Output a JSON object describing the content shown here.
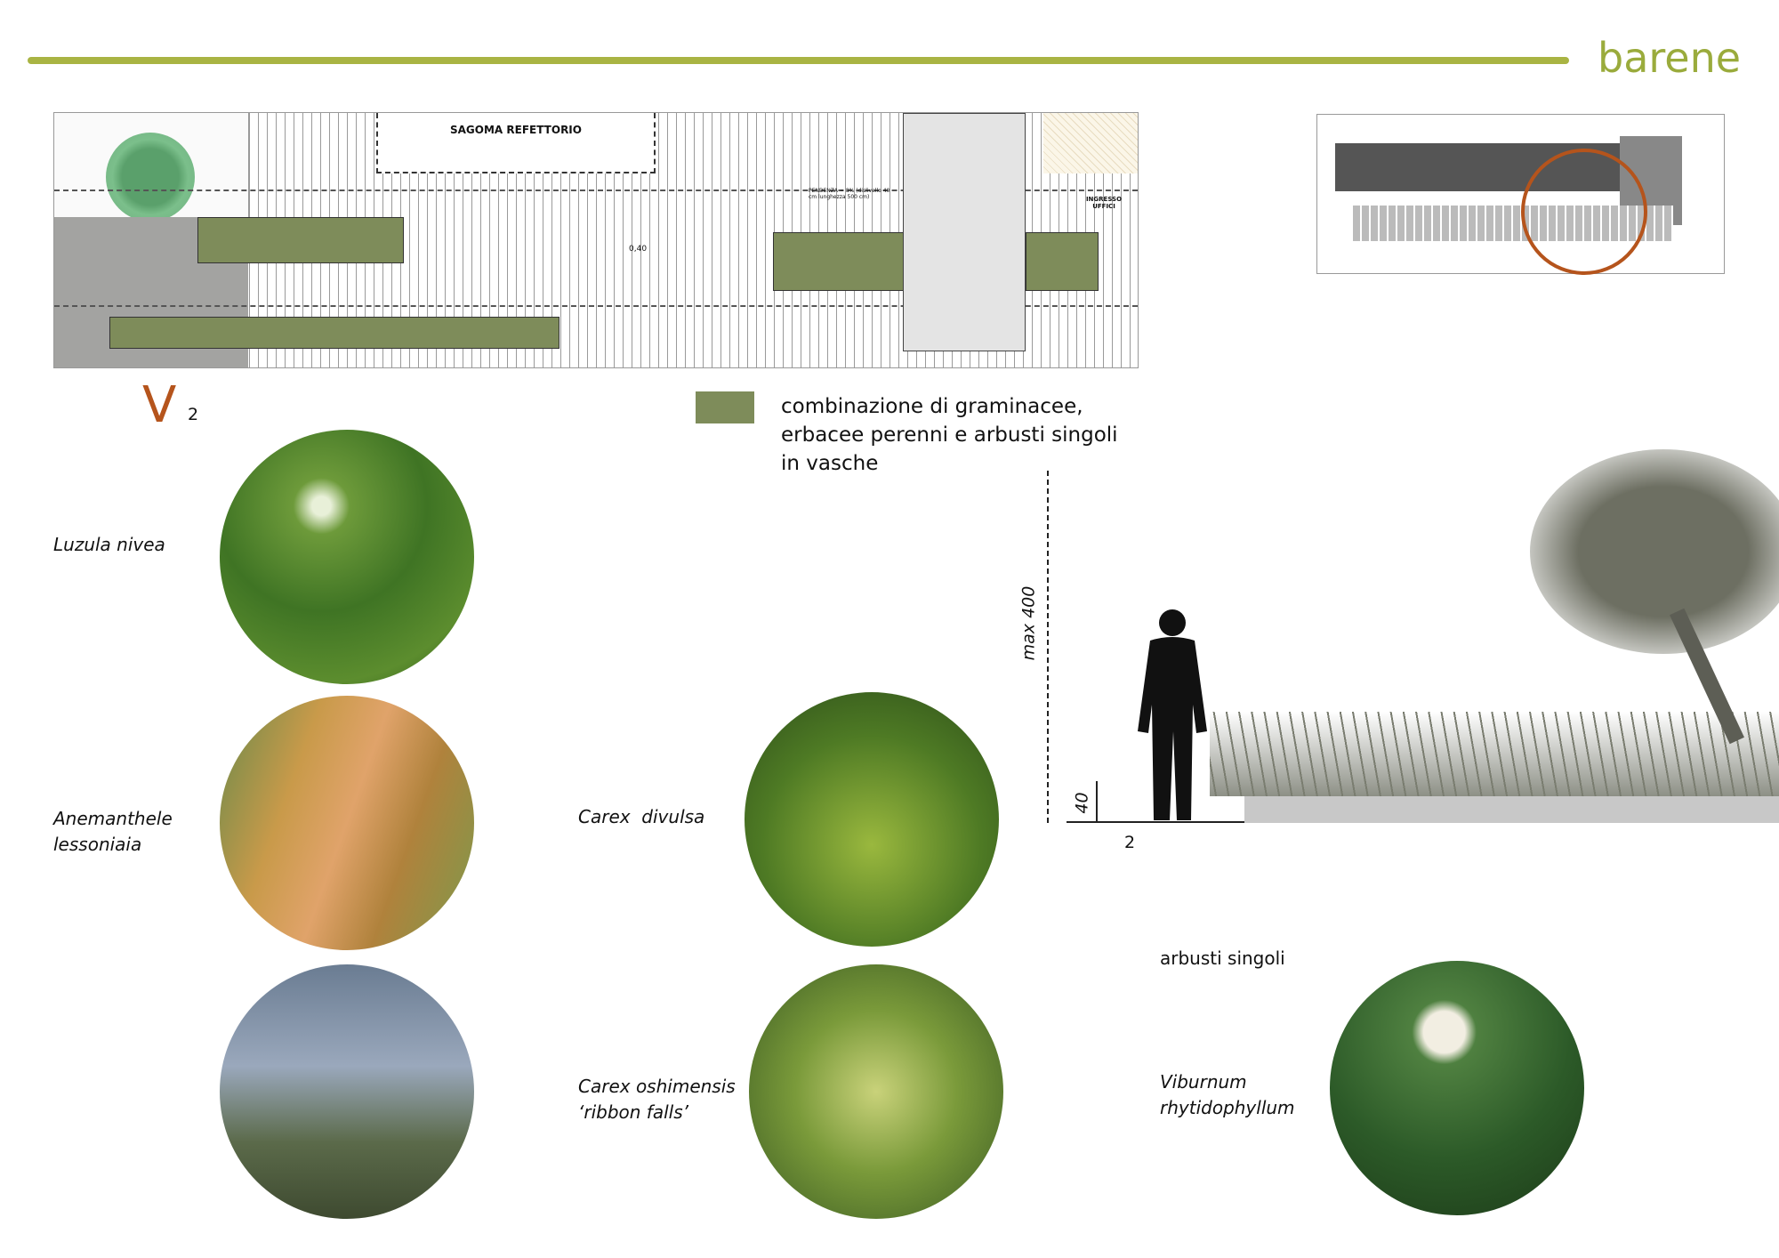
{
  "header": {
    "title": "barene",
    "accent_color": "#a9b443"
  },
  "plan": {
    "refettorio_label": "SAGOMA REFETTORIO",
    "level_label": "0,40",
    "slope_note": "PENDENZA = 8% (dislivello 40 cm lunghezza 500 cm)",
    "ingresso_label": "INGRESSO UFFICI",
    "section_marker": "2",
    "planter_color": "#7e8c5a"
  },
  "keymap": {
    "highlight_color": "#b5541c"
  },
  "legend": {
    "lines": [
      "combinazione di graminacee,",
      "erbacee perenni e arbusti singoli",
      "in vasche"
    ]
  },
  "plants": [
    {
      "name_lines": [
        "Luzula nivea"
      ]
    },
    {
      "name_lines": [
        "Anemanthele",
        "lessoniaia"
      ]
    },
    {
      "name_lines": [
        "Carex  divulsa"
      ]
    },
    {
      "name_lines": [
        "Carex oshimensis",
        "‘ribbon falls’"
      ]
    },
    {
      "name_lines": [
        "Viburnum",
        "rhytidophyllum"
      ]
    }
  ],
  "shrubs_heading": "arbusti singoli",
  "section": {
    "height_label": "max 400",
    "base_label": "40",
    "marker": "2"
  }
}
